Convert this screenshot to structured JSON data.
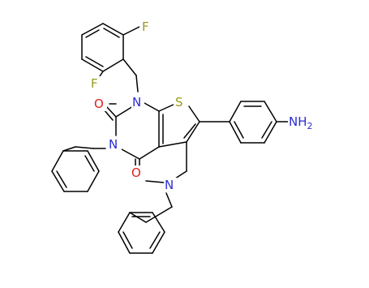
{
  "molecule": {
    "colors": {
      "carbon_bond": "#000000",
      "nitrogen": "#2b2bd6",
      "oxygen": "#e0201d",
      "sulfur": "#9a9a1c",
      "fluorine": "#9a9a1c",
      "background": "#ffffff"
    },
    "atom_labels": {
      "f_top": "F",
      "f_left": "F",
      "n1": "N",
      "n3": "N",
      "o_c2": "O",
      "o_c4": "O",
      "s": "S",
      "n_amine": "N",
      "nh2": "NH",
      "nh2_sub": "2"
    }
  }
}
